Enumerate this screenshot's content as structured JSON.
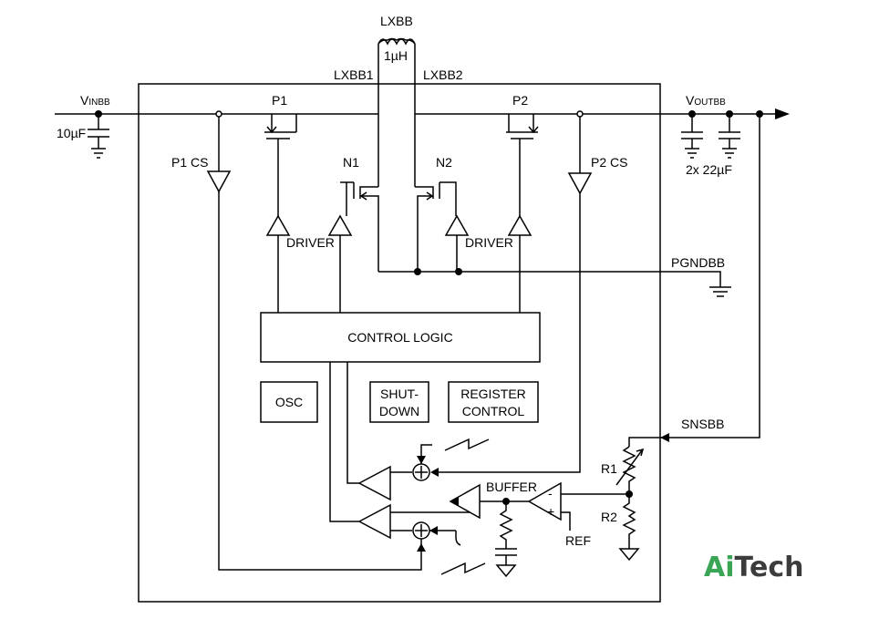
{
  "labels": {
    "lxbb": "LXBB",
    "inductor_value": "1µH",
    "lxbb1": "LXBB1",
    "lxbb2": "LXBB2",
    "vin_main": "V",
    "vin_sub": "INBB",
    "vout_main": "V",
    "vout_sub": "OUTBB",
    "cin": "10µF",
    "cout": "2x 22µF",
    "p1": "P1",
    "p2": "P2",
    "n1": "N1",
    "n2": "N2",
    "p1cs": "P1 CS",
    "p2cs": "P2 CS",
    "driver_left": "DRIVER",
    "driver_right": "DRIVER",
    "pgndbb": "PGNDBB",
    "snsbb": "SNSBB",
    "r1": "R1",
    "r2": "R2",
    "ref": "REF",
    "buffer": "BUFFER",
    "opamp_minus": "-",
    "opamp_plus": "+"
  },
  "blocks": {
    "control_logic": "CONTROL LOGIC",
    "osc": "OSC",
    "shutdown_line1": "SHUT-",
    "shutdown_line2": "DOWN",
    "register_line1": "REGISTER",
    "register_line2": "CONTROL"
  },
  "logo": {
    "part1": "Ai",
    "part2": "Tech",
    "color1": "#3aa655",
    "color2": "#3c3c3c"
  }
}
